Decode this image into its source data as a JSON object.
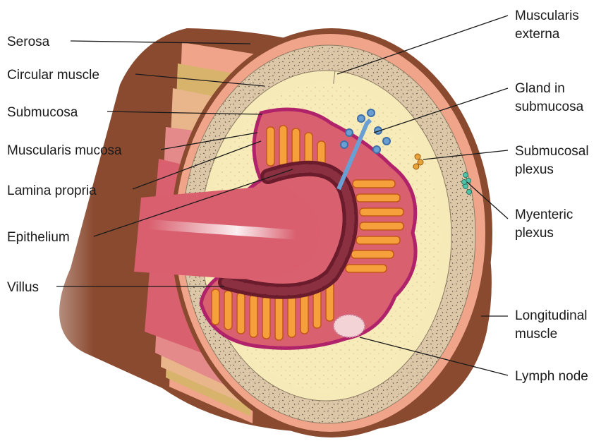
{
  "labels": {
    "serosa": "Serosa",
    "circular_muscle": "Circular muscle",
    "submucosa": "Submucosa",
    "muscularis_mucosa": "Muscularis mucosa",
    "lamina_propria": "Lamina propria",
    "epithelium": "Epithelium",
    "villus": "Villus",
    "muscularis_externa": [
      "Muscularis",
      "externa"
    ],
    "gland_in_submucosa": [
      "Gland in",
      "submucosa"
    ],
    "submucosal_plexus": [
      "Submucosal",
      "plexus"
    ],
    "myenteric_plexus": [
      "Myenteric",
      "plexus"
    ],
    "longitudinal_muscle": [
      "Longitudinal",
      "muscle"
    ],
    "lymph_node": "Lymph node"
  },
  "colors": {
    "serosa": "#8a4a30",
    "longitudinal_muscle": "#f0a48a",
    "muscularis_externa": "#d9c2a4",
    "submucosa": "#f6eab8",
    "mucosa_edge": "#b0226a",
    "lamina_propria": "#d9606e",
    "muscularis_mucosa": "#6b1c2c",
    "villus": "#f5a03a",
    "gland": "#6a9fd4",
    "lumen": "#d95f6e",
    "label_text": "#1a1a1a"
  }
}
